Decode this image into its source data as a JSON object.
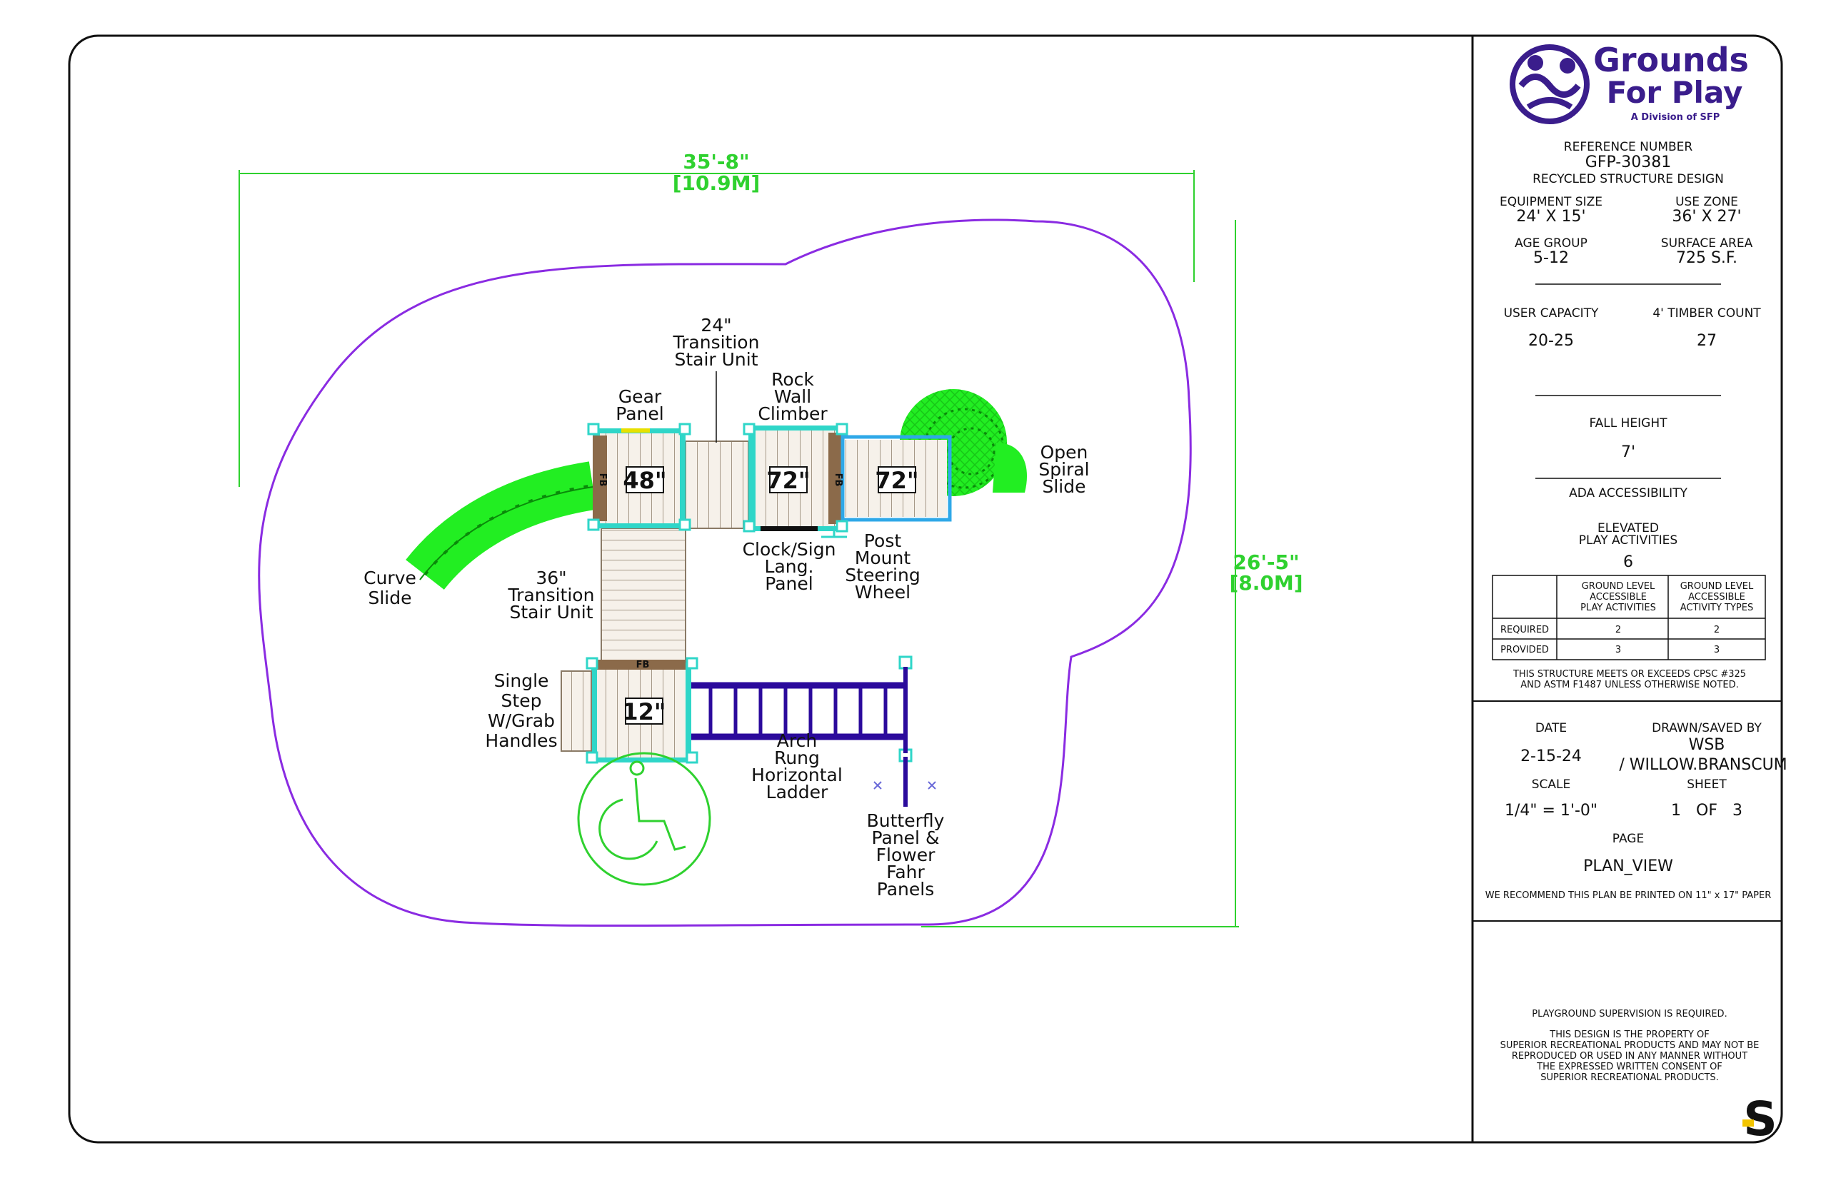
{
  "brand": {
    "logo_line1": "Grounds",
    "logo_line2": "For Play",
    "logo_tag": "A Division of SFP",
    "stamp": "S"
  },
  "colors": {
    "slide": "#22ee22",
    "boundary": "#8a2be2",
    "ladder": "#2b0a9c",
    "frame": "#2fd6c8",
    "dimension": "#2fd12f",
    "logo": "#3a1d8c"
  },
  "dimensions": {
    "width_ft": "35'-8\"",
    "width_m": "[10.9M]",
    "height_ft": "26'-5\"",
    "height_m": "[8.0M]"
  },
  "decks": [
    "48\"",
    "72\"",
    "72\"",
    "12\""
  ],
  "deck_markers": [
    "FB",
    "FB",
    "FB"
  ],
  "labels": {
    "gear_panel": [
      "Gear",
      "Panel"
    ],
    "transition_24": [
      "24\"",
      "Transition",
      "Stair Unit"
    ],
    "rock_wall": [
      "Rock",
      "Wall",
      "Climber"
    ],
    "spiral_slide": [
      "Open",
      "Spiral",
      "Slide"
    ],
    "curve_slide": [
      "Curve",
      "Slide"
    ],
    "transition_36": [
      "36\"",
      "Transition",
      "Stair Unit"
    ],
    "clock_sign": [
      "Clock/Sign",
      "Lang.",
      "Panel"
    ],
    "steering_wheel": [
      "Post",
      "Mount",
      "Steering",
      "Wheel"
    ],
    "single_step": [
      "Single",
      "Step",
      "W/Grab",
      "Handles"
    ],
    "ladder": [
      "Arch",
      "Rung",
      "Horizontal",
      "Ladder"
    ],
    "butterfly": [
      "Butterfly",
      "Panel &",
      "Flower",
      "Fahr",
      "Panels"
    ]
  },
  "title_block": {
    "reference_label": "REFERENCE NUMBER",
    "reference_number": "GFP-30381",
    "design_type": "RECYCLED STRUCTURE DESIGN",
    "equipment_size_label": "EQUIPMENT SIZE",
    "equipment_size": "24' X 15'",
    "use_zone_label": "USE ZONE",
    "use_zone": "36' X 27'",
    "age_group_label": "AGE GROUP",
    "age_group": "5-12",
    "surface_area_label": "SURFACE AREA",
    "surface_area": "725 S.F.",
    "user_capacity_label": "USER CAPACITY",
    "user_capacity": "20-25",
    "timber_count_label": "4' TIMBER COUNT",
    "timber_count": "27",
    "fall_height_label": "FALL HEIGHT",
    "fall_height": "7'",
    "ada_label": "ADA ACCESSIBILITY",
    "elevated_label_1": "ELEVATED",
    "elevated_label_2": "PLAY ACTIVITIES",
    "elevated_value": "6",
    "table": {
      "headers": [
        [
          "GROUND LEVEL",
          "ACCESSIBLE",
          "PLAY ACTIVITIES"
        ],
        [
          "GROUND LEVEL",
          "ACCESSIBLE",
          "ACTIVITY TYPES"
        ]
      ],
      "rows": [
        {
          "label": "REQUIRED",
          "values": [
            "2",
            "2"
          ]
        },
        {
          "label": "PROVIDED",
          "values": [
            "3",
            "3"
          ]
        }
      ]
    },
    "compliance_1": "THIS STRUCTURE MEETS OR EXCEEDS CPSC #325",
    "compliance_2": "AND ASTM F1487 UNLESS OTHERWISE NOTED.",
    "date_label": "DATE",
    "date": "2-15-24",
    "drawn_label": "DRAWN/SAVED BY",
    "drawn_by_1": "WSB",
    "drawn_by_2": "/ WILLOW.BRANSCUM",
    "scale_label": "SCALE",
    "scale": "1/4\" = 1'-0\"",
    "sheet_label": "SHEET",
    "sheet": "1   OF   3",
    "page_label": "PAGE",
    "page": "PLAN_VIEW",
    "print_note": "WE RECOMMEND THIS PLAN BE PRINTED ON 11\" x 17\" PAPER",
    "supervision": "PLAYGROUND SUPERVISION IS REQUIRED.",
    "property_lines": [
      "THIS DESIGN IS THE PROPERTY OF",
      "SUPERIOR RECREATIONAL PRODUCTS AND MAY NOT BE",
      "REPRODUCED OR USED IN ANY MANNER WITHOUT",
      "THE EXPRESSED WRITTEN CONSENT OF",
      "SUPERIOR RECREATIONAL PRODUCTS."
    ]
  }
}
